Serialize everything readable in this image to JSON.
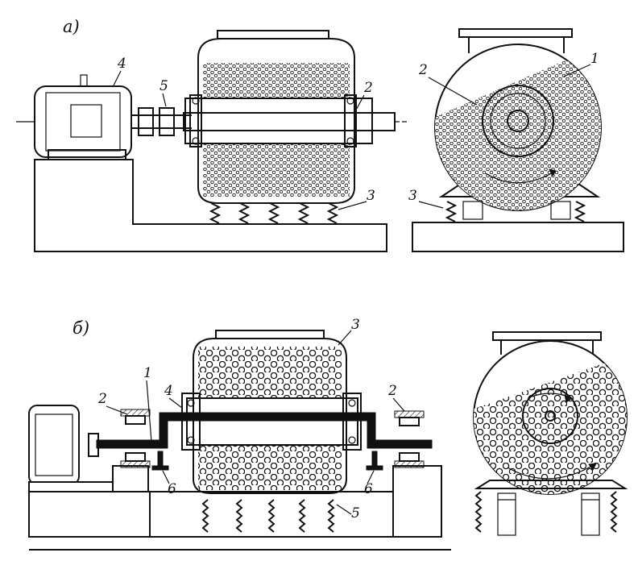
{
  "figure": {
    "colors": {
      "ink": "#111111",
      "paper": "#ffffff"
    },
    "panel_a": {
      "title": "а)",
      "side_labels": {
        "motor": "4",
        "coupling": "5",
        "shaft": "2",
        "springs": "3"
      },
      "end_labels": {
        "load": "1",
        "shaft": "2",
        "springs": "3"
      }
    },
    "panel_b": {
      "title": "б)",
      "side_labels": {
        "shaft": "1",
        "bearing_left": "2",
        "bearing_right": "2",
        "drum": "3",
        "bearing_inner": "4",
        "springs": "5",
        "stop_left": "6",
        "stop_right": "6"
      }
    }
  }
}
